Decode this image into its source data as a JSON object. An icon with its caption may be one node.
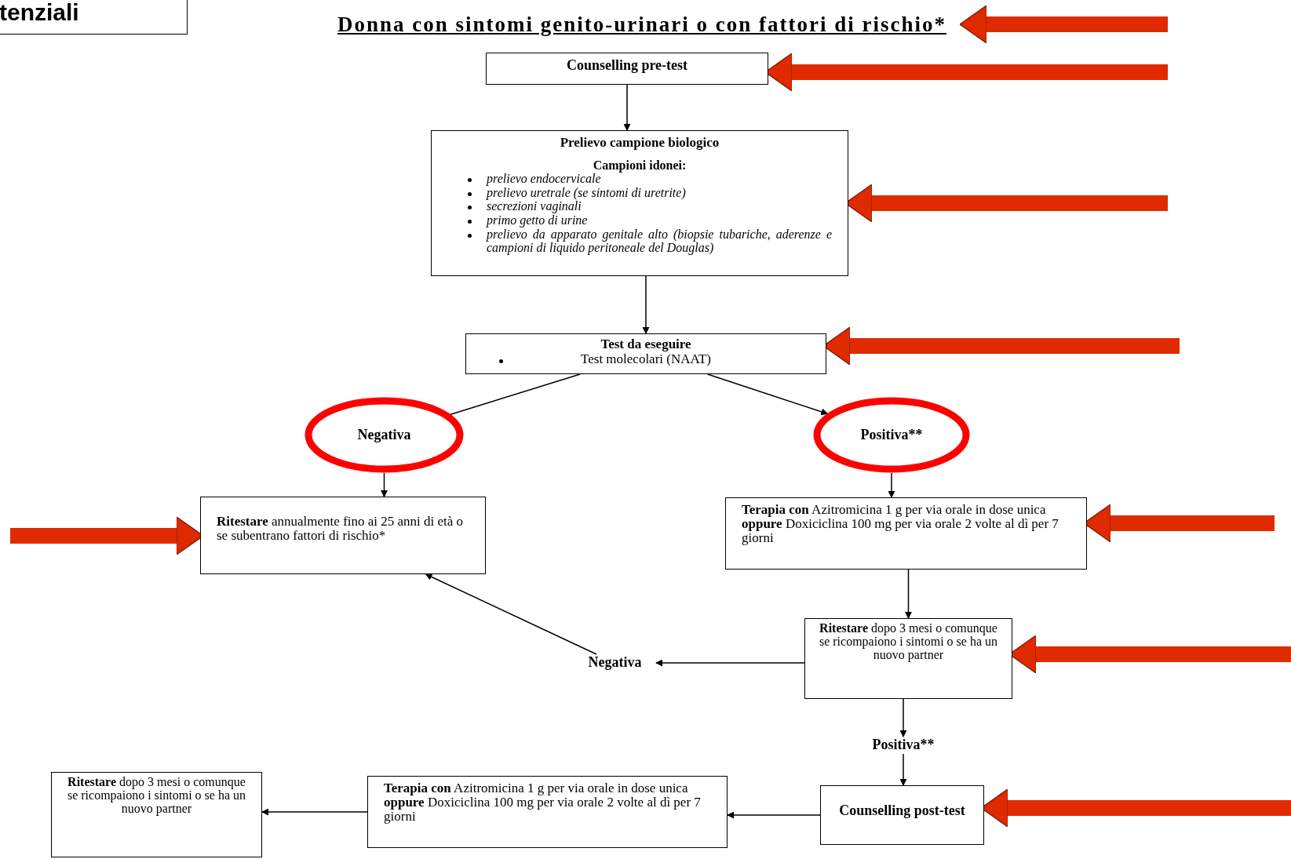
{
  "diagram": {
    "nodes": [
      {
        "text": [
          "tenziali"
        ]
      },
      {
        "text": [
          "Donna con sintomi genito-urinari o con fattori di rischio*"
        ]
      },
      {
        "text": [
          "Counselling pre-test"
        ]
      },
      {
        "text": [
          "Prelievo campione biologico",
          "Campioni idonei:",
          "prelievo endocervicale",
          "prelievo uretrale (se sintomi di uretrite)",
          "secrezioni vaginali",
          "primo getto di urine",
          "prelievo da apparato genitale alto (biopsie tubariche, aderenze e campioni di liquido peritoneale del Douglas)"
        ]
      },
      {
        "text": [
          "Test da eseguire",
          "Test molecolari (NAAT)"
        ]
      },
      {
        "text": [
          "Negativa"
        ]
      },
      {
        "text": [
          "Positiva**"
        ]
      },
      {
        "text": [
          "**Ritestare** annualmente fino ai 25 anni di età o se subentrano fattori di rischio*"
        ]
      },
      {
        "text": [
          "**Terapia con** Azitromicina 1 g  per via orale in dose unica **oppure** Doxiciclina 100 mg per via orale 2 volte al dì per 7 giorni"
        ]
      },
      {
        "text": [
          "**Ritestare** dopo 3 mesi o comunque se ricompaiono i sintomi o se ha un nuovo partner"
        ]
      },
      {
        "text": [
          "Negativa"
        ]
      },
      {
        "text": [
          "Positiva**"
        ]
      },
      {
        "text": [
          "Counselling post-test"
        ]
      },
      {
        "text": [
          "**Terapia con** Azitromicina 1 g  per via orale in dose unica **oppure** Doxiciclina 100 mg per via orale 2 volte al dì per 7 giorni"
        ]
      },
      {
        "text": [
          "**Ritestare** dopo 3 mesi o comunque se ricompaiono i sintomi o se ha un nuovo partner"
        ]
      }
    ],
    "edges": [
      {
        "from": 2,
        "to": 3,
        "arrow": "to"
      },
      {
        "from": 3,
        "to": 4,
        "arrow": "to"
      },
      {
        "from": 4,
        "to": 5,
        "arrow": "none"
      },
      {
        "from": 4,
        "to": 6,
        "arrow": "to"
      },
      {
        "from": 5,
        "to": 7,
        "arrow": "to"
      },
      {
        "from": 6,
        "to": 8,
        "arrow": "to"
      },
      {
        "from": 8,
        "to": 9,
        "arrow": "to"
      },
      {
        "from": 9,
        "to": 10,
        "arrow": "to"
      },
      {
        "from": 10,
        "to": 7,
        "arrow": "to"
      },
      {
        "from": 9,
        "to": 11,
        "arrow": "to"
      },
      {
        "from": 11,
        "to": 12,
        "arrow": "to"
      },
      {
        "from": 12,
        "to": 13,
        "arrow": "to"
      },
      {
        "from": 13,
        "to": 14,
        "arrow": "to"
      },
      {
        "from": null,
        "to": 1,
        "arrow": "to",
        "style": "thick",
        "color": "#e02a00"
      },
      {
        "from": null,
        "to": 2,
        "arrow": "to",
        "style": "thick",
        "color": "#e02a00"
      },
      {
        "from": null,
        "to": 3,
        "arrow": "to",
        "style": "thick",
        "color": "#e02a00"
      },
      {
        "from": null,
        "to": 4,
        "arrow": "to",
        "style": "thick",
        "color": "#e02a00"
      },
      {
        "from": null,
        "to": 7,
        "arrow": "to",
        "style": "thick",
        "color": "#e02a00"
      },
      {
        "from": null,
        "to": 8,
        "arrow": "to",
        "style": "thick",
        "color": "#e02a00"
      },
      {
        "from": null,
        "to": 9,
        "arrow": "to",
        "style": "thick",
        "color": "#e02a00"
      },
      {
        "from": null,
        "to": 12,
        "arrow": "to",
        "style": "thick",
        "color": "#e02a00"
      }
    ]
  }
}
